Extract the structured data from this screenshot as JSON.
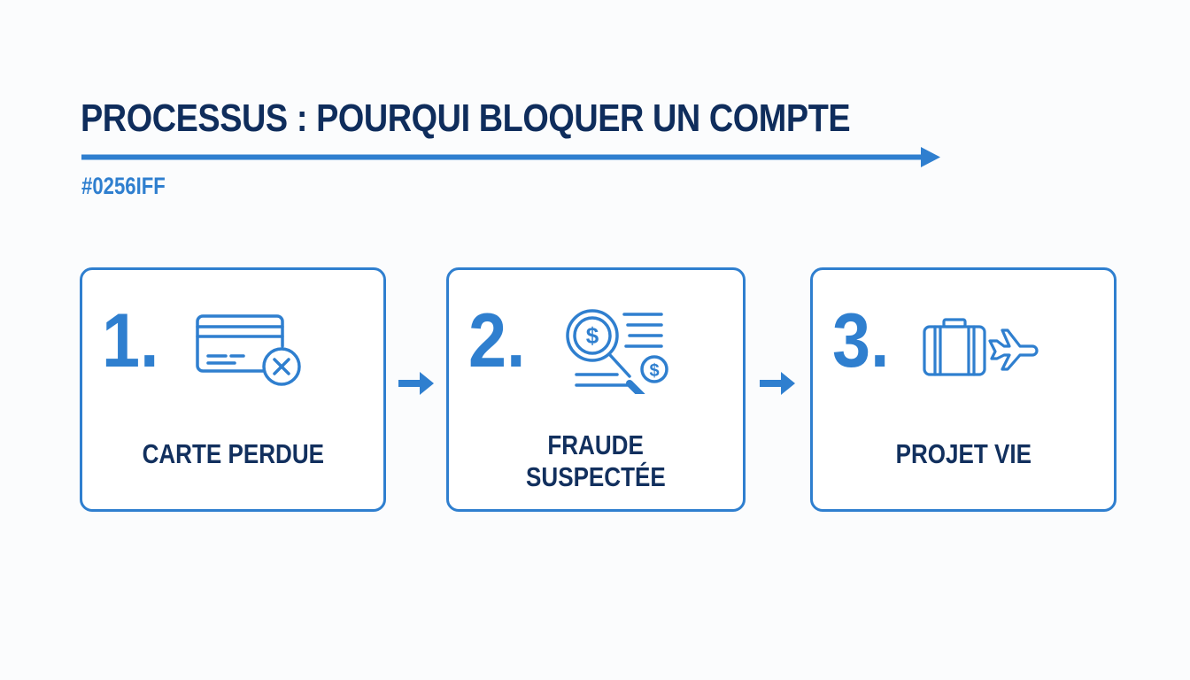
{
  "header": {
    "title": "PROCESSUS : POURQUI BLOQUER UN COMPTE",
    "color_code": "#0256IFF"
  },
  "colors": {
    "title": "#0f2d5c",
    "accent": "#2f7fcf",
    "label": "#12305e",
    "background": "#fbfcfd"
  },
  "steps": [
    {
      "number": "1.",
      "label": "CARTE PERDUE",
      "icon": "credit-card-cancel-icon"
    },
    {
      "number": "2.",
      "label_lines": [
        "FRAUDE",
        "SUSPECTÉE"
      ],
      "icon": "magnifier-dollar-icon"
    },
    {
      "number": "3.",
      "label": "PROJET VIE",
      "icon": "suitcase-plane-icon"
    }
  ]
}
